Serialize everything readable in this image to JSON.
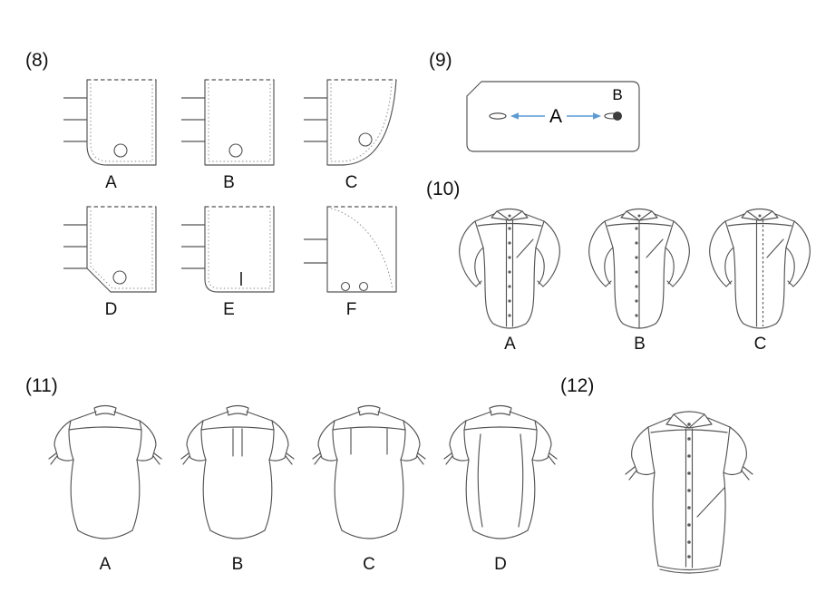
{
  "sections": {
    "cuffs": {
      "number": "(8)",
      "options": [
        "A",
        "B",
        "C",
        "D",
        "E",
        "F"
      ]
    },
    "cuff_measure": {
      "number": "(9)",
      "width_label": "A",
      "button_label": "B"
    },
    "shirt_fronts": {
      "number": "(10)",
      "options": [
        "A",
        "B",
        "C"
      ]
    },
    "shirt_backs": {
      "number": "(11)",
      "options": [
        "A",
        "B",
        "C",
        "D"
      ]
    },
    "shirt_single": {
      "number": "(12)"
    }
  },
  "colors": {
    "arrow": "#5b9bd5",
    "line": "#545454",
    "text": "#000000"
  }
}
